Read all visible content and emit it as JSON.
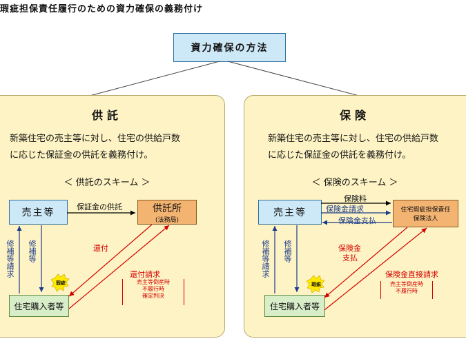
{
  "header": {
    "title": "瑕疵担保責任履行のための資力確保の義務付け"
  },
  "top": {
    "label": "資力確保の方法"
  },
  "left": {
    "title": "供託",
    "desc_line1": "新築住宅の売主等に対し、住宅の供給戸数",
    "desc_line2": "に応じた保証金の供託を義務付け。",
    "scheme": "＜ 供託のスキーム ＞",
    "seller": "売主等",
    "depository_name": "供託所",
    "depository_sub": "(法務局)",
    "buyer": "住宅購入者等",
    "deposit_label": "保証金の供託",
    "repair_request": "修補等請求",
    "repair": "修補等",
    "return": "還付",
    "return_request": "還付請求",
    "conditions": [
      "売主等倒産時",
      "不履行時",
      "確定判決"
    ],
    "badge": "瑕疵"
  },
  "right": {
    "title": "保険",
    "desc_line1": "新築住宅の売主等に対し、住宅の供給戸数",
    "desc_line2": "に応じた保証金の供託を義務付け。",
    "scheme": "＜ 保険のスキーム ＞",
    "seller": "売主等",
    "insurer_line1": "住宅瑕疵担保責任",
    "insurer_line2": "保険法人",
    "buyer": "住宅購入者等",
    "premium": "保険料",
    "claim": "保険金請求",
    "payout": "保険金支払",
    "repair_request": "修補等請求",
    "repair": "修補等",
    "insurance_payout_1": "保険金",
    "insurance_payout_2": "支払",
    "direct_claim": "保険金直接請求",
    "conditions": [
      "売主等倒産時",
      "不履行時"
    ],
    "badge": "瑕疵"
  },
  "colors": {
    "panel": "#fdf3c4",
    "blue_box": "#cde8f6",
    "orange_box": "#f3b371",
    "green_box": "#d8eec9",
    "red": "#d40000",
    "navy": "#1a3a8a"
  }
}
